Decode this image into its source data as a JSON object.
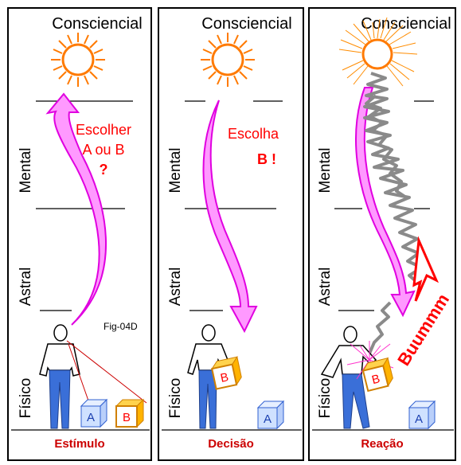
{
  "figure_id": "Fig-04D",
  "panels": [
    {
      "top_label": "Consciencial",
      "plane_labels": [
        "Mental",
        "Astral",
        "Físico"
      ],
      "thought_lines": [
        "Escolher",
        "A ou B",
        "?"
      ],
      "boxes": [
        "A",
        "B"
      ],
      "caption": "Estímulo"
    },
    {
      "top_label": "Consciencial",
      "plane_labels": [
        "Mental",
        "Astral",
        "Físico"
      ],
      "thought_lines": [
        "Escolha",
        "B !"
      ],
      "boxes": [
        "B",
        "A"
      ],
      "caption": "Decisão"
    },
    {
      "top_label": "Consciencial",
      "plane_labels": [
        "Mental",
        "Astral",
        "Físico"
      ],
      "exclamation": "Buummm",
      "boxes": [
        "B",
        "A"
      ],
      "caption": "Reação"
    }
  ],
  "colors": {
    "sun": "#ff7a00",
    "arrow_fill": "#ff99ff",
    "arrow_stroke": "#e000e0",
    "text_red": "#ff0000",
    "caption_red": "#cc0000",
    "box_a_face": "#cfe1ff",
    "box_b_face": "#ffffff",
    "box_b_side": "#ffb300"
  }
}
